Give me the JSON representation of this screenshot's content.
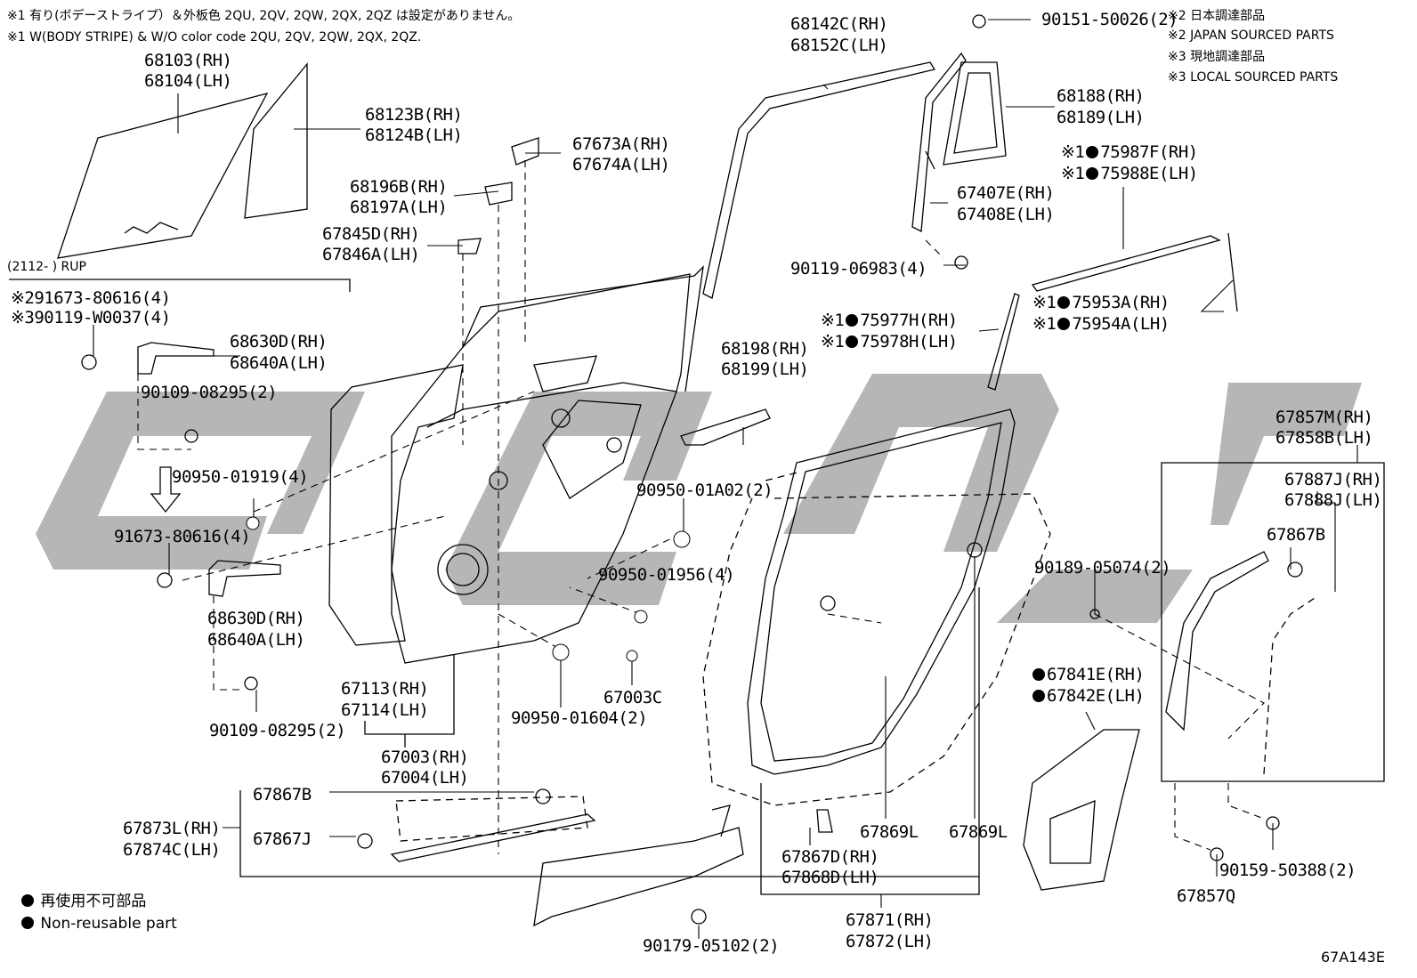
{
  "notes": {
    "top_jp": "※1 有り(ボデーストライプ）＆外板色 2QU, 2QV, 2QW, 2QX, 2QZ は設定がありません。",
    "top_en": "※1 W(BODY STRIPE) & W/O color code 2QU, 2QV, 2QW, 2QX, 2QZ.",
    "jp2": "※2 日本調達部品",
    "en2": "※2 JAPAN SOURCED PARTS",
    "jp3": "※3 現地調達部品",
    "en3": "※3 LOCAL SOURCED PARTS",
    "group": "(2112-          ) RUP",
    "legend_jp": "再使用不可部品",
    "legend_en": "Non-reusable part",
    "diagram_code": "67A143E"
  },
  "parts": {
    "p68103": "68103(RH)",
    "p68104": "68104(LH)",
    "p68123B": "68123B(RH)",
    "p68124B": "68124B(LH)",
    "p67673A": "67673A(RH)",
    "p67674A": "67674A(LH)",
    "p68196B": "68196B(RH)",
    "p68197A": "68197A(LH)",
    "p67845D": "67845D(RH)",
    "p67846A": "67846A(LH)",
    "p68142C": "68142C(RH)",
    "p68152C": "68152C(LH)",
    "p90151": "90151-50026(2)",
    "p68188": "68188(RH)",
    "p68189": "68189(LH)",
    "p75987F": "75987F(RH)",
    "p75988E": "75988E(LH)",
    "p67407E": "67407E(RH)",
    "p67408E": "67408E(LH)",
    "p90119_06983": "90119-06983(4)",
    "p75953A": "75953A(RH)",
    "p75954A": "75954A(LH)",
    "p75977H": "75977H(RH)",
    "p75978H": "75978H(LH)",
    "p91673_a": "91673-80616(4)",
    "p90119_w": "90119-W0037(4)",
    "p68630D_a": "68630D(RH)",
    "p68640A_a": "68640A(LH)",
    "p90109_a": "90109-08295(2)",
    "p68198": "68198(RH)",
    "p68199": "68199(LH)",
    "p67857M": "67857M(RH)",
    "p67858B": "67858B(LH)",
    "p67887J": "67887J(RH)",
    "p67888J": "67888J(LH)",
    "p90950_01919": "90950-01919(4)",
    "p90950_01A02": "90950-01A02(2)",
    "p91673_b": "91673-80616(4)",
    "p67867B_r": "67867B",
    "p90189": "90189-05074(2)",
    "p90950_01956": "90950-01956(4)",
    "p68630D_b": "68630D(RH)",
    "p68640A_b": "68640A(LH)",
    "p67841E": "67841E(RH)",
    "p67842E": "67842E(LH)",
    "p67113": "67113(RH)",
    "p67114": "67114(LH)",
    "p67003C": "67003C",
    "p90950_01604": "90950-01604(2)",
    "p90109_b": "90109-08295(2)",
    "p67003": "67003(RH)",
    "p67004": "67004(LH)",
    "p67867B_l": "67867B",
    "p67873L": "67873L(RH)",
    "p67874C": "67874C(LH)",
    "p67867J": "67867J",
    "p67869L_a": "67869L",
    "p67869L_b": "67869L",
    "p67867D": "67867D(RH)",
    "p67868D": "67868D(LH)",
    "p90159": "90159-50388(2)",
    "p67857Q": "67857Q",
    "p90179": "90179-05102(2)",
    "p67871": "67871(RH)",
    "p67872": "67872(LH)"
  },
  "marks": {
    "note1": "※1",
    "note2": "※2",
    "note3": "※3"
  }
}
